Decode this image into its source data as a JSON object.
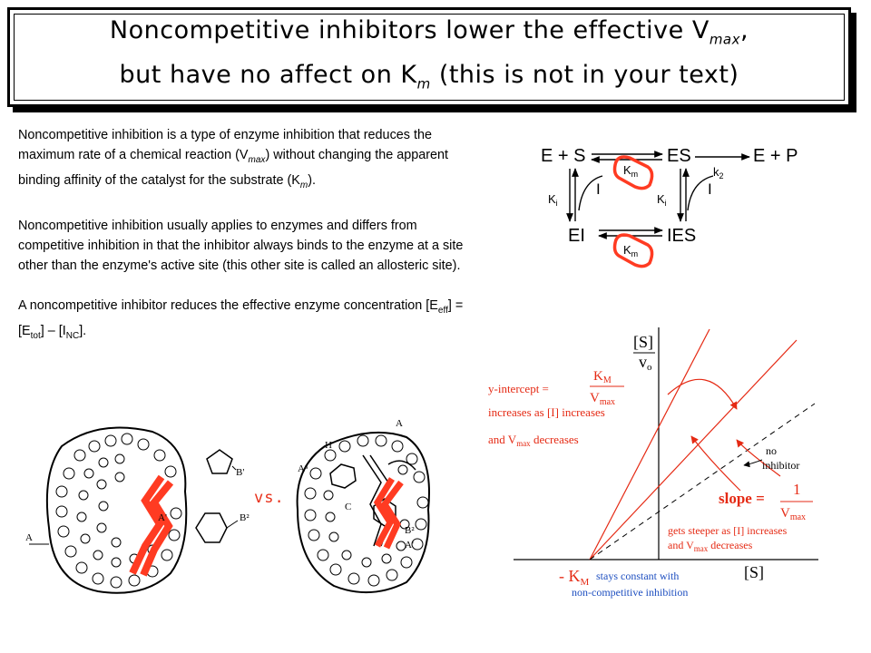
{
  "slide": {
    "title": {
      "line1_pre": "Noncompetitive inhibitors lower the effective V",
      "line1_sub": "max",
      "line1_post": ",",
      "line2_pre": "but have no affect on K",
      "line2_sub": "m",
      "line2_post": " (this is not in your text)"
    },
    "paragraphs": [
      {
        "p1_a": "Noncompetitive inhibition is a type of enzyme inhibition that reduces the maximum rate of a chemical reaction (V",
        "p1_sub1": "max",
        "p1_b": ") without changing the apparent binding affinity of the catalyst for the substrate (K",
        "p1_sub2": "m",
        "p1_c": ")."
      },
      {
        "p2": "Noncompetitive inhibition usually applies to enzymes and differs from competitive inhibition in that the inhibitor always binds to the enzyme at a site other than the enzyme's active site (this other site is called an allosteric site)."
      },
      {
        "p3_a": "A noncompetitive inhibitor reduces the effective enzyme concentration [E",
        "p3_sub1": "eff",
        "p3_b": "] = [E",
        "p3_sub2": "tot",
        "p3_c": "] – [I",
        "p3_sub3": "NC",
        "p3_d": "]."
      }
    ]
  },
  "scheme": {
    "e_plus_s": "E + S",
    "es": "ES",
    "e_plus_p": "E + P",
    "ei": "EI",
    "ies": "IES",
    "km": "K",
    "km_sub": "m",
    "k2": "k",
    "k2_sub": "2",
    "ki": "K",
    "ki_sub": "i",
    "i": "I"
  },
  "plot": {
    "axis_y": "[S]",
    "axis_y_den": "v",
    "axis_y_den_sub": "o",
    "axis_x": "[S]",
    "yint_label": "y-intercept =",
    "km": "K",
    "km_sub": "M",
    "vmax": "V",
    "vmax_sub": "max",
    "yint_note1": "increases as [I] increases",
    "yint_note2a": "and V",
    "yint_note2b": " decreases",
    "no_inhibitor_1": "no",
    "no_inhibitor_2": "inhibitor",
    "slope_label": "slope =",
    "slope_num": "1",
    "slope_note1": "gets steeper as [I] increases",
    "slope_note2a": "and V",
    "slope_note2b": " decreases",
    "neg_km_prefix": "- K",
    "neg_km_sub": "M",
    "neg_km_note1": " stays constant with",
    "neg_km_note2": "non-competitive inhibition"
  },
  "illustration": {
    "vs": "vs.",
    "labels": [
      "B'",
      "B²",
      "A'",
      "A",
      "A",
      "A'",
      "B²",
      "A³",
      "H",
      "C"
    ]
  }
}
